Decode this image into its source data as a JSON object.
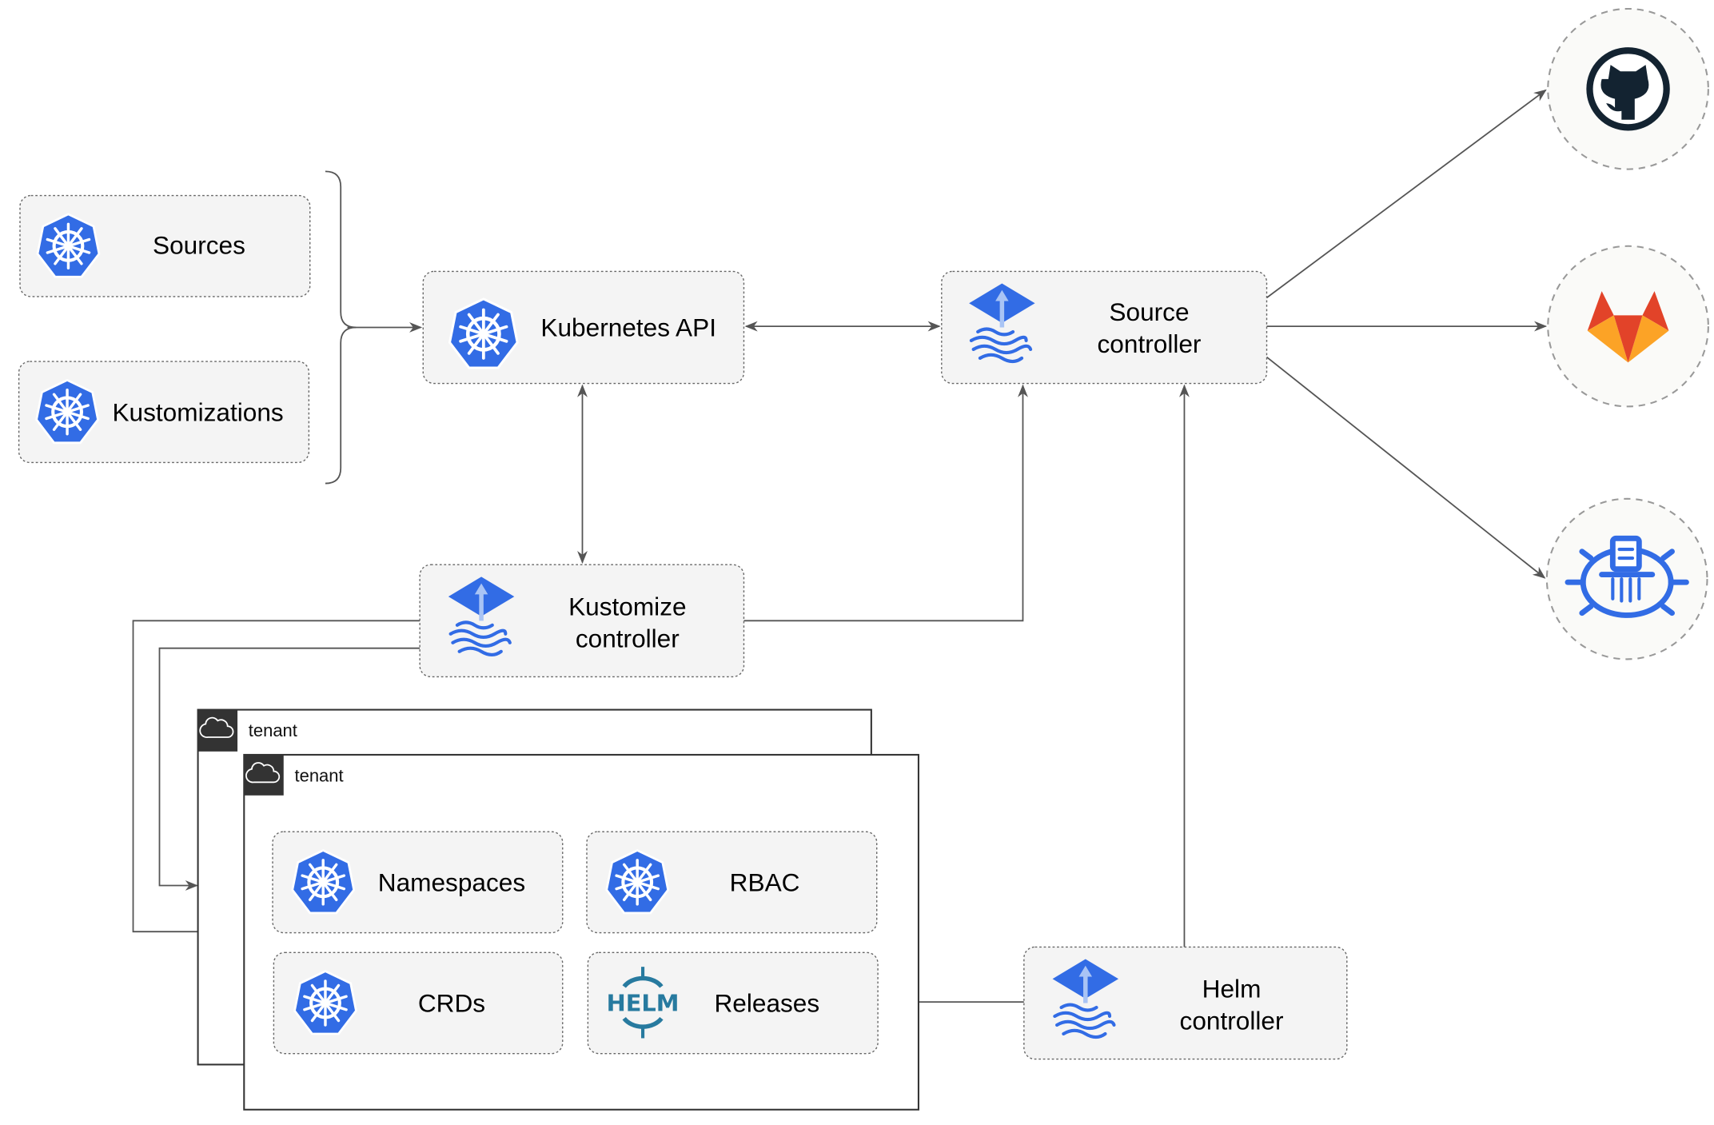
{
  "nodes": {
    "sources": {
      "label": "Sources",
      "icon": "kubernetes-icon"
    },
    "kustomizations": {
      "label": "Kustomizations",
      "icon": "kubernetes-icon"
    },
    "kubernetes_api": {
      "label": "Kubernetes API",
      "icon": "kubernetes-icon"
    },
    "source_controller": {
      "line1": "Source",
      "line2": "controller",
      "icon": "flux-icon"
    },
    "kustomize_controller": {
      "line1": "Kustomize",
      "line2": "controller",
      "icon": "flux-icon"
    },
    "helm_controller": {
      "line1": "Helm",
      "line2": "controller",
      "icon": "flux-icon"
    },
    "namespaces": {
      "label": "Namespaces",
      "icon": "kubernetes-icon"
    },
    "rbac": {
      "label": "RBAC",
      "icon": "kubernetes-icon"
    },
    "crds": {
      "label": "CRDs",
      "icon": "kubernetes-icon"
    },
    "releases": {
      "label": "Releases",
      "icon": "helm-icon",
      "icon_text": "HELM"
    }
  },
  "tenants": [
    {
      "label": "tenant",
      "icon": "cloud-icon"
    },
    {
      "label": "tenant",
      "icon": "cloud-icon"
    }
  ],
  "external_sources": [
    {
      "name": "github",
      "icon": "github-icon"
    },
    {
      "name": "gitlab",
      "icon": "gitlab-icon"
    },
    {
      "name": "bucket",
      "icon": "bucket-icon"
    }
  ],
  "colors": {
    "kubernetes_blue": "#326ce5",
    "helm_teal": "#277a9f",
    "github_dark": "#132331",
    "gitlab_orange": "#e24329",
    "gitlab_light": "#fca326",
    "edge": "#555555",
    "node_fill": "#f4f4f4"
  }
}
